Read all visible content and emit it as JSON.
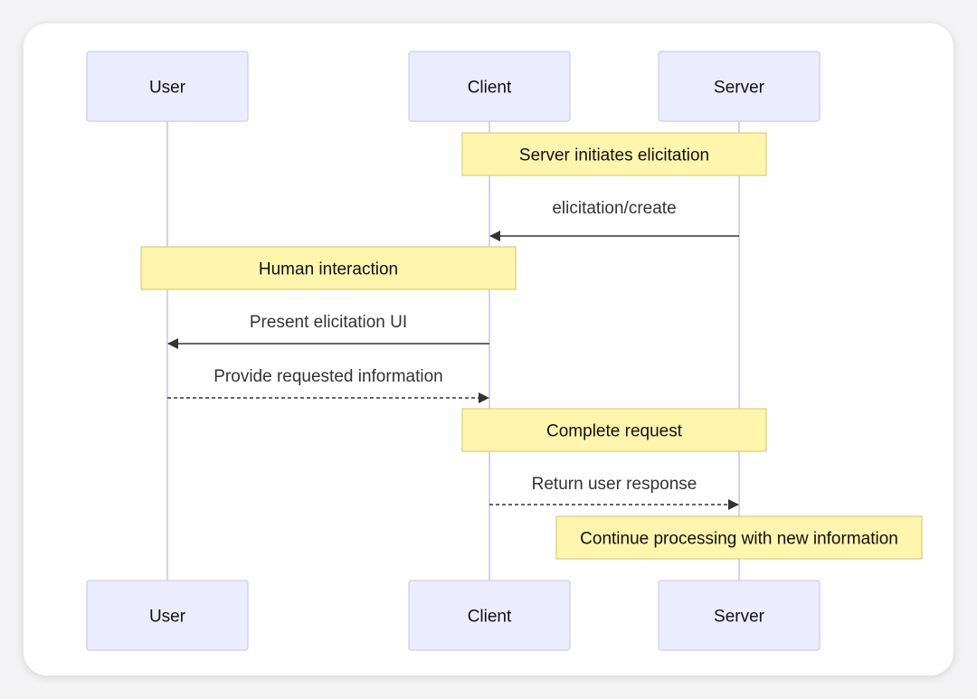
{
  "actors": [
    {
      "id": "user",
      "label": "User"
    },
    {
      "id": "client",
      "label": "Client"
    },
    {
      "id": "server",
      "label": "Server"
    }
  ],
  "steps": [
    {
      "kind": "note",
      "text": "Server initiates elicitation",
      "from": "client",
      "to": "server"
    },
    {
      "kind": "message",
      "text": "elicitation/create",
      "from": "server",
      "to": "client",
      "line": "solid"
    },
    {
      "kind": "note",
      "text": "Human interaction",
      "from": "user",
      "to": "client"
    },
    {
      "kind": "message",
      "text": "Present elicitation UI",
      "from": "client",
      "to": "user",
      "line": "solid"
    },
    {
      "kind": "message",
      "text": "Provide requested information",
      "from": "user",
      "to": "client",
      "line": "dashed"
    },
    {
      "kind": "note",
      "text": "Complete request",
      "from": "client",
      "to": "server"
    },
    {
      "kind": "message",
      "text": "Return user response",
      "from": "client",
      "to": "server",
      "line": "dashed"
    },
    {
      "kind": "note",
      "text": "Continue processing with new information",
      "over": "server"
    }
  ],
  "colors": {
    "actor_fill": "#ececff",
    "actor_stroke": "#d6d1f3",
    "lifeline": "#d6d1f3",
    "note_fill": "#fff5ad",
    "note_stroke": "#d8cf78",
    "arrow": "#333333",
    "text": "#333333"
  }
}
